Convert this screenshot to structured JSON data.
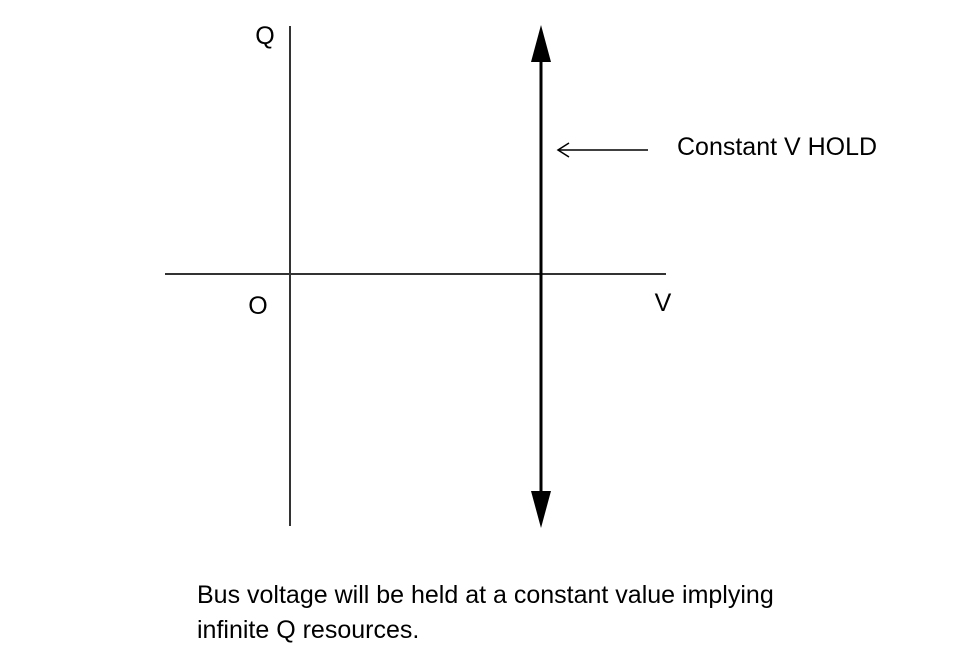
{
  "diagram": {
    "axis_y_label": "Q",
    "axis_x_label": "V",
    "origin_label": "O",
    "annotation_label": "Constant V HOLD"
  },
  "caption": {
    "line1": "Bus voltage will be held at a constant value implying",
    "line2": "infinite Q resources."
  },
  "colors": {
    "ink": "#000000",
    "axis": "#333333",
    "background": "#ffffff"
  }
}
